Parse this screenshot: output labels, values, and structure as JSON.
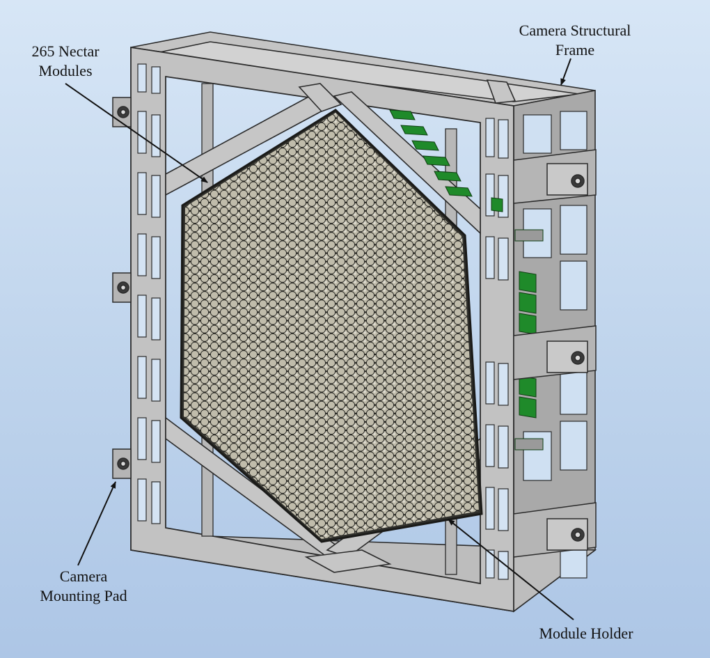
{
  "labels": {
    "nectar_modules": {
      "line1": "265 Nectar",
      "line2": "Modules"
    },
    "structural_frame": {
      "line1": "Camera Structural",
      "line2": "Frame"
    },
    "mounting_pad": {
      "line1": "Camera",
      "line2": "Mounting Pad"
    },
    "module_holder": {
      "line1": "Module Holder"
    }
  },
  "colors": {
    "frame": "#bcbcbc",
    "frame_edge": "#2b2b2b",
    "module": "#c9c6b5",
    "electronics": "#1f8a2a",
    "background": "#c8dbef"
  }
}
